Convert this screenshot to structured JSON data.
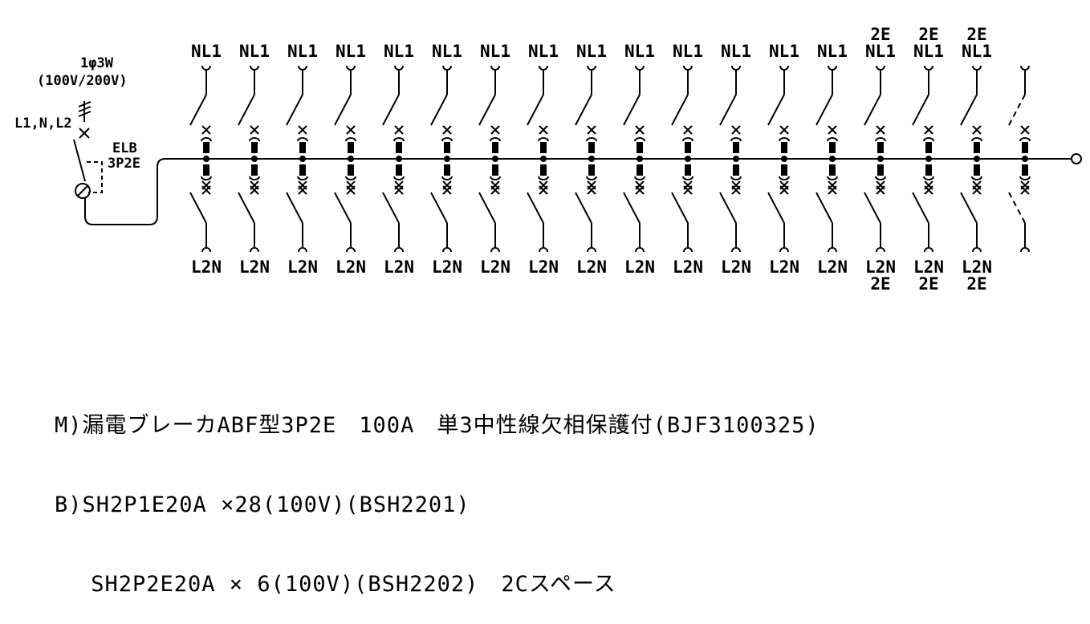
{
  "supply": {
    "phase": "1φ3W",
    "voltage": "(100V/200V)",
    "lines": "L1,N,L2"
  },
  "main_breaker": {
    "name": "ELB",
    "type": "3P2E"
  },
  "branches": [
    {
      "top": "NL1",
      "bottom": "L2N"
    },
    {
      "top": "NL1",
      "bottom": "L2N"
    },
    {
      "top": "NL1",
      "bottom": "L2N"
    },
    {
      "top": "NL1",
      "bottom": "L2N"
    },
    {
      "top": "NL1",
      "bottom": "L2N"
    },
    {
      "top": "NL1",
      "bottom": "L2N"
    },
    {
      "top": "NL1",
      "bottom": "L2N"
    },
    {
      "top": "NL1",
      "bottom": "L2N"
    },
    {
      "top": "NL1",
      "bottom": "L2N"
    },
    {
      "top": "NL1",
      "bottom": "L2N"
    },
    {
      "top": "NL1",
      "bottom": "L2N"
    },
    {
      "top": "NL1",
      "bottom": "L2N"
    },
    {
      "top": "NL1",
      "bottom": "L2N"
    },
    {
      "top": "NL1",
      "bottom": "L2N"
    },
    {
      "top": "NL1",
      "bottom": "L2N",
      "top_extra": "2E",
      "bottom_extra": "2E"
    },
    {
      "top": "NL1",
      "bottom": "L2N",
      "top_extra": "2E",
      "bottom_extra": "2E"
    },
    {
      "top": "NL1",
      "bottom": "L2N",
      "top_extra": "2E",
      "bottom_extra": "2E"
    },
    {
      "spare": true
    }
  ],
  "spec_lines": [
    "M)漏電ブレーカABF型3P2E　100A　単3中性線欠相保護付(BJF3100325)",
    "B)SH2P1E20A ×28(100V)(BSH2201)",
    "　 SH2P2E20A × 6(100V)(BSH2202)　2Cスペース"
  ]
}
